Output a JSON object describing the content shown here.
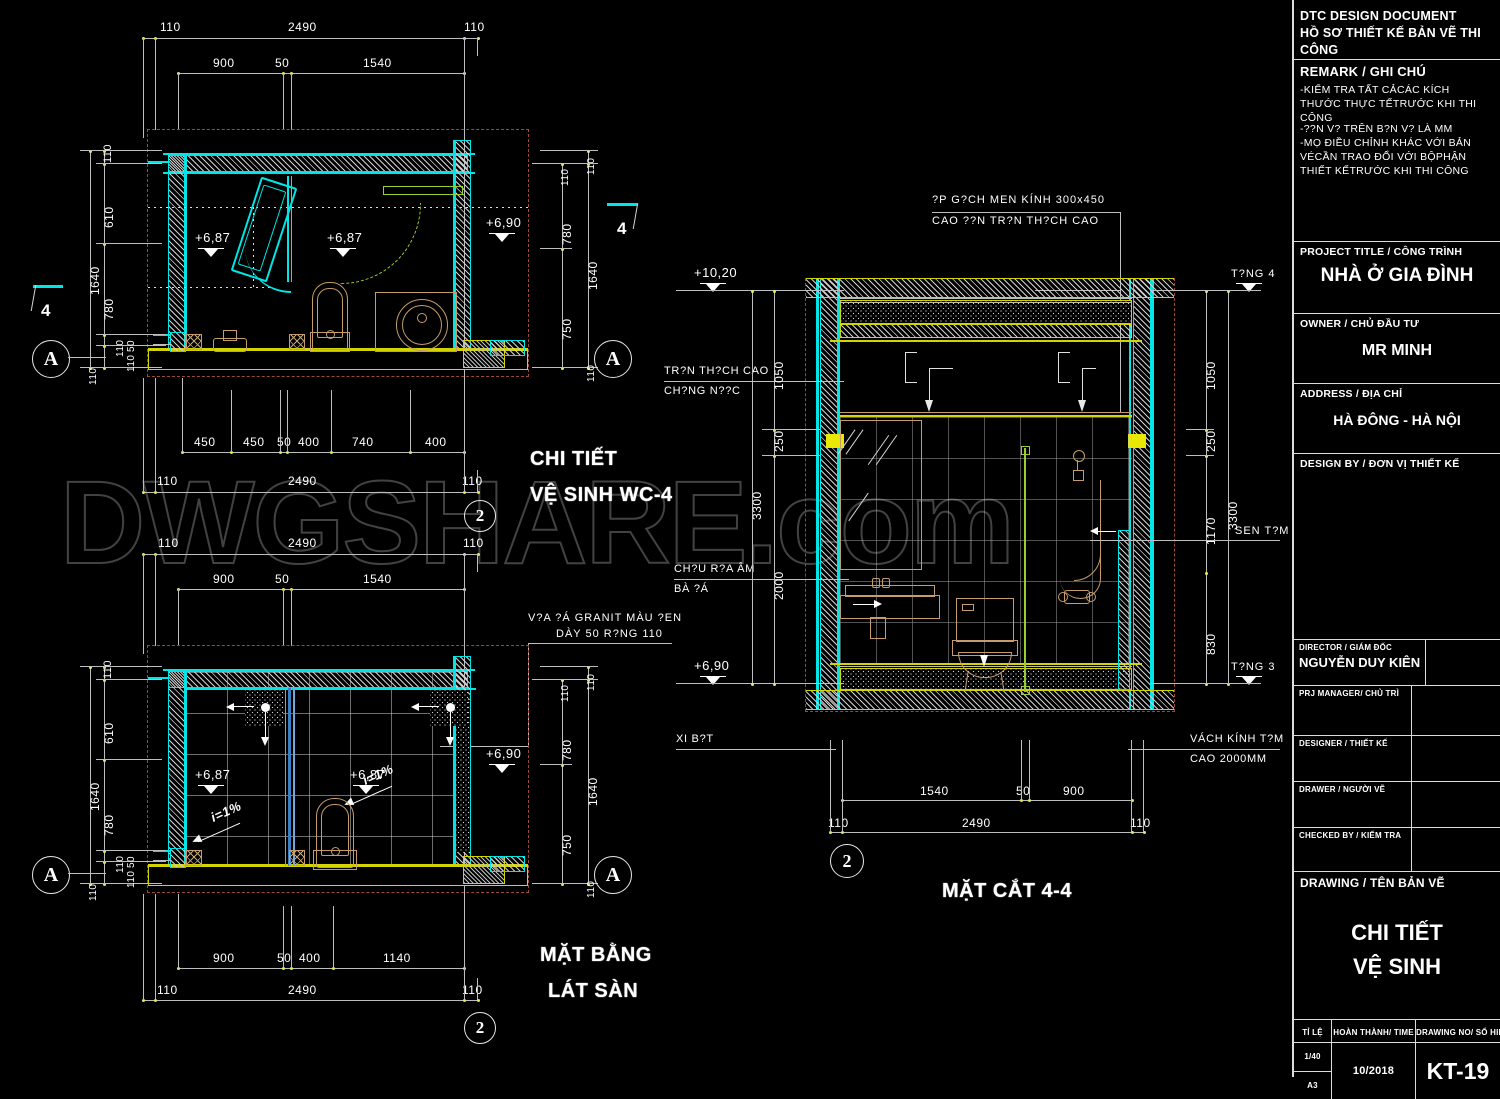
{
  "sheet": {
    "watermark": "DWGSHARE.com"
  },
  "elevation": {
    "title_line1": "CHI TIẾT",
    "title_line2": "VỆ SINH WC-4",
    "top_dims_outer": [
      "110",
      "2490",
      "110"
    ],
    "top_dims_inner": [
      "900",
      "50",
      "1540"
    ],
    "left_dims": [
      "110",
      "610",
      "780",
      "110",
      "50",
      "110",
      "110"
    ],
    "left_total": "1640",
    "right_dims": [
      "110",
      "110",
      "780",
      "750",
      "110"
    ],
    "right_total": "1640",
    "bottom_dims": [
      "450",
      "450",
      "50",
      "400",
      "740",
      "400"
    ],
    "bottom_outer": [
      "110",
      "2490",
      "110"
    ],
    "levels": [
      "+6,87",
      "+6,87",
      "+6,90"
    ],
    "grid_left": "A",
    "grid_right": "A",
    "grid_bottom": "2",
    "section_mark": "4"
  },
  "plan": {
    "title_line1": "MẶT BẰNG",
    "title_line2": "LÁT SÀN",
    "top_dims_outer": [
      "110",
      "2490",
      "110"
    ],
    "top_dims_inner": [
      "900",
      "50",
      "1540"
    ],
    "left_dims": [
      "110",
      "610",
      "780",
      "110",
      "50",
      "110",
      "110"
    ],
    "left_total": "1640",
    "right_dims": [
      "110",
      "110",
      "780",
      "750",
      "110"
    ],
    "right_total": "1640",
    "bottom_dims": [
      "900",
      "50",
      "400",
      "1140"
    ],
    "bottom_outer": [
      "110",
      "2490",
      "110"
    ],
    "levels": [
      "+6,87",
      "+6,87",
      "+6,90"
    ],
    "slopes": [
      "i=1%",
      "i=1%"
    ],
    "note_line1": "V?A ?Á GRANIT MÀU ?EN",
    "note_line2": "DÀY 50 R?NG 110",
    "grid_left": "A",
    "grid_right": "A",
    "grid_bottom": "2"
  },
  "section": {
    "title": "MẶT CẮT 4-4",
    "note_tile_l1": "?P G?CH MEN KÍNH 300x450",
    "note_tile_l2": "CAO ??N TR?N TH?CH CAO",
    "note_ceiling_l1": "TR?N TH?CH CAO",
    "note_ceiling_l2": "CH?NG N??C",
    "note_basin_l1": "CH?U R?A ÂM",
    "note_basin_l2": "BÀ ?Á",
    "note_floor": "XI B?T",
    "note_glass_l1": "VÁCH KÍNH T?M",
    "note_glass_l2": "CAO 2000MM",
    "note_shower": "SEN T?M",
    "level_top": "+10,20",
    "level_bottom": "+6,90",
    "floor_top": "T?NG 4",
    "floor_bottom": "T?NG 3",
    "left_dims": [
      "1050",
      "250",
      "2000"
    ],
    "left_total": "3300",
    "right_dims": [
      "1050",
      "250",
      "1170",
      "830"
    ],
    "right_total": "3300",
    "bottom_dims": [
      "1540",
      "50",
      "900"
    ],
    "bottom_outer": [
      "110",
      "2490",
      "110"
    ],
    "grid_bottom": "2"
  },
  "titleblock": {
    "header_line1": "DTC DESIGN DOCUMENT",
    "header_line2": "HỒ SƠ THIẾT KẾ BẢN VẼ THI CÔNG",
    "remark_label": "REMARK / GHI CHÚ",
    "remark_lines": [
      "-KIỂM TRA TẤT CẢCÁC KÍCH",
      "THƯỚC THỰC TẾTRƯỚC KHI THI",
      "CÔNG",
      "-??N V? TRÊN B?N V? LÀ MM",
      "-MỌ ĐIỀU CHỈNH KHÁC VỚI BẢN",
      "VÉCẦN TRAO ĐỔI VỚI BỘPHẬN",
      "THIẾT KẾTRƯỚC KHI THI CÔNG"
    ],
    "project_label": "PROJECT TITLE / CÔNG TRÌNH",
    "project_value": "NHÀ Ở GIA ĐÌNH",
    "owner_label": "OWNER / CHỦ ĐẦU TƯ",
    "owner_value": "MR MINH",
    "address_label": "ADDRESS / ĐỊA CHỈ",
    "address_value": "HÀ ĐÔNG - HÀ NỘI",
    "designby_label": "DESIGN BY / ĐƠN VỊ THIẾT KẾ",
    "designby_value": "",
    "roles": [
      {
        "label": "DIRECTOR / GIÁM ĐỐC",
        "name": "NGUYỄN DUY KIÊN",
        "sign": ""
      },
      {
        "label": "PRJ MANAGER/ CHỦ TRÌ",
        "name": "",
        "sign": ""
      },
      {
        "label": "DESIGNER / THIẾT KẾ",
        "name": "",
        "sign": ""
      },
      {
        "label": "DRAWER / NGƯỜI VẼ",
        "name": "",
        "sign": ""
      },
      {
        "label": "CHECKED BY / KIỂM TRA",
        "name": "",
        "sign": ""
      }
    ],
    "drawing_label": "DRAWING / TÊN BẢN VẼ",
    "drawing_line1": "CHI TIẾT",
    "drawing_line2": "VỆ SINH",
    "foot_labels": [
      "TỈ LỆ",
      "HOÀN THÀNH/ TIME",
      "DRAWING NO/ SỐ HIỆU"
    ],
    "scale_1": "1/40",
    "scale_2": "A3",
    "date": "10/2018",
    "number": "KT-19"
  },
  "colors": {
    "background": "#000000",
    "line": "#d8d8d8",
    "cyan": "#00e5e5",
    "yellow": "#d4d400",
    "tan": "#c69c6d",
    "red_dash": "#9c4a34",
    "green": "#9acd32"
  }
}
